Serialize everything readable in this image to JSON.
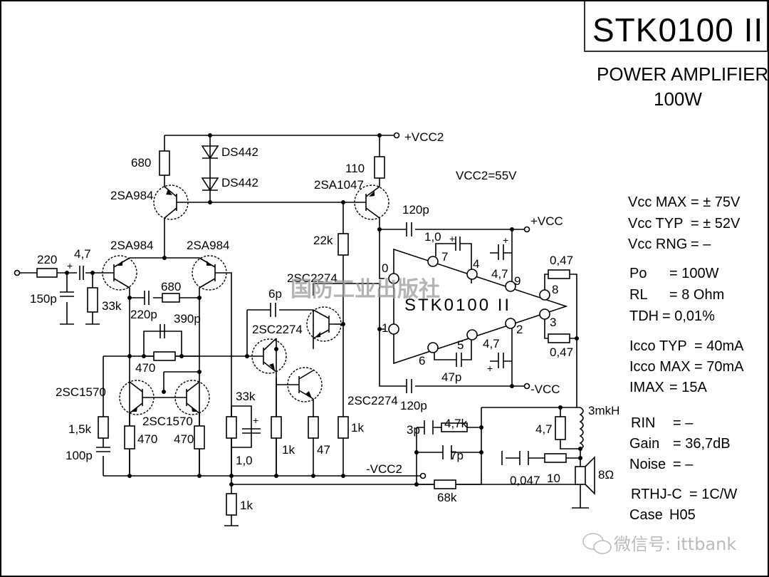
{
  "title": "STK0100 II",
  "subtitle_line1": "POWER AMPLIFIER",
  "subtitle_line2": "100W",
  "supply": {
    "plus_vcc2": "+VCC2",
    "minus_vcc2": "-VCC2",
    "plus_vcc": "+VCC",
    "minus_vcc": "-VCC",
    "vcc2_value": "VCC2=55V"
  },
  "ic": {
    "label": "STK0100  II",
    "pins": [
      "0",
      "1",
      "2",
      "3",
      "4",
      "5",
      "6",
      "7",
      "8",
      "9"
    ]
  },
  "components": {
    "r_in": "220",
    "c_in": "4,7",
    "c_150p": "150p",
    "r_33k_in": "33k",
    "q1": "2SA984",
    "q2": "2SA984",
    "q3": "2SA984",
    "r_680_top": "680",
    "d1": "DS442",
    "d2": "DS442",
    "r_680_mid": "680",
    "c_220p": "220p",
    "c_390p": "390p",
    "r_470_mid": "470",
    "q4": "2SC1570",
    "q5": "2SC1570",
    "r_1_5k": "1,5k",
    "c_100p": "100p",
    "r_470_l": "470",
    "r_470_r": "470",
    "r_33k_mid": "33k",
    "c_1_0": "1,0",
    "r_1k_gnd": "1k",
    "c_6p": "6p",
    "q6": "2SC2274",
    "q7": "2SC2274",
    "q8": "2SC2274",
    "r_1k_a": "1k",
    "r_47": "47",
    "r_1k_b": "1k",
    "r_22k": "22k",
    "r_110": "110",
    "q9": "2SA1047",
    "c_120p_top": "120p",
    "c_120p_bot": "120p",
    "c_1_0_ic": "1,0",
    "c_4_7_top": "4,7",
    "c_4_7_bot": "4,7",
    "c_47p": "47p",
    "r_0_47_top": "0,47",
    "r_0_47_bot": "0,47",
    "c_3p": "3p",
    "r_4_7k": "4,7k",
    "c_7p": "7p",
    "r_68k": "68k",
    "l_3mkh": "3mkH",
    "r_4_7_out": "4,7",
    "c_0_047": "0,047",
    "r_10": "10",
    "speaker": "8Ω"
  },
  "specs": [
    {
      "label": "Vcc MAX",
      "value": "= ± 75V"
    },
    {
      "label": "Vcc TYP",
      "value": "= ± 52V"
    },
    {
      "label": "Vcc RNG",
      "value": "=    –"
    },
    {
      "label": "Po",
      "value": "= 100W"
    },
    {
      "label": "RL",
      "value": "= 8 Ohm"
    },
    {
      "label": "TDH",
      "value": "= 0,01%"
    },
    {
      "label": "Icco TYP",
      "value": "= 40mA"
    },
    {
      "label": "Icco MAX",
      "value": "= 70mA"
    },
    {
      "label": "IMAX",
      "value": "=     15A"
    },
    {
      "label": "RIN",
      "value": "=  –"
    },
    {
      "label": "Gain",
      "value": "=  36,7dB"
    },
    {
      "label": "Noise",
      "value": "=    –"
    },
    {
      "label": "RTHJ-C",
      "value": "= 1C/W"
    },
    {
      "label": "Case",
      "value": "H05"
    }
  ],
  "watermark_publisher": "国防工业出版社",
  "watermark_wechat": "微信号: ittbank"
}
